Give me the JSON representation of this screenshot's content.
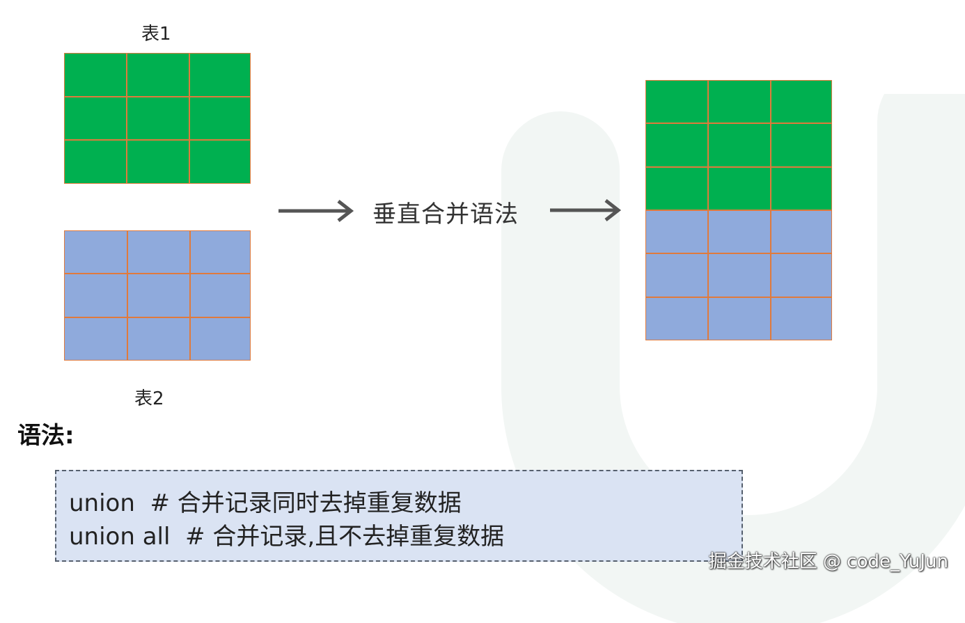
{
  "table1": {
    "label": "表1",
    "rows": 3,
    "cols": 3,
    "color": "#00b050"
  },
  "table2": {
    "label": "表2",
    "rows": 3,
    "cols": 3,
    "color": "#8faadc"
  },
  "merge_label": "垂直合并语法",
  "result_table": {
    "green_rows": 3,
    "blue_rows": 3,
    "cols": 3
  },
  "syntax": {
    "heading": "语法:",
    "lines": [
      "union  # 合并记录同时去掉重复数据",
      "union all  # 合并记录,且不去掉重复数据"
    ]
  },
  "credit": "掘金技术社区 @ code_YuJun",
  "colors": {
    "green": "#00b050",
    "blue": "#8faadc",
    "cell_border": "#e07a3c",
    "code_bg": "#dae3f3",
    "arrow": "#555555"
  }
}
